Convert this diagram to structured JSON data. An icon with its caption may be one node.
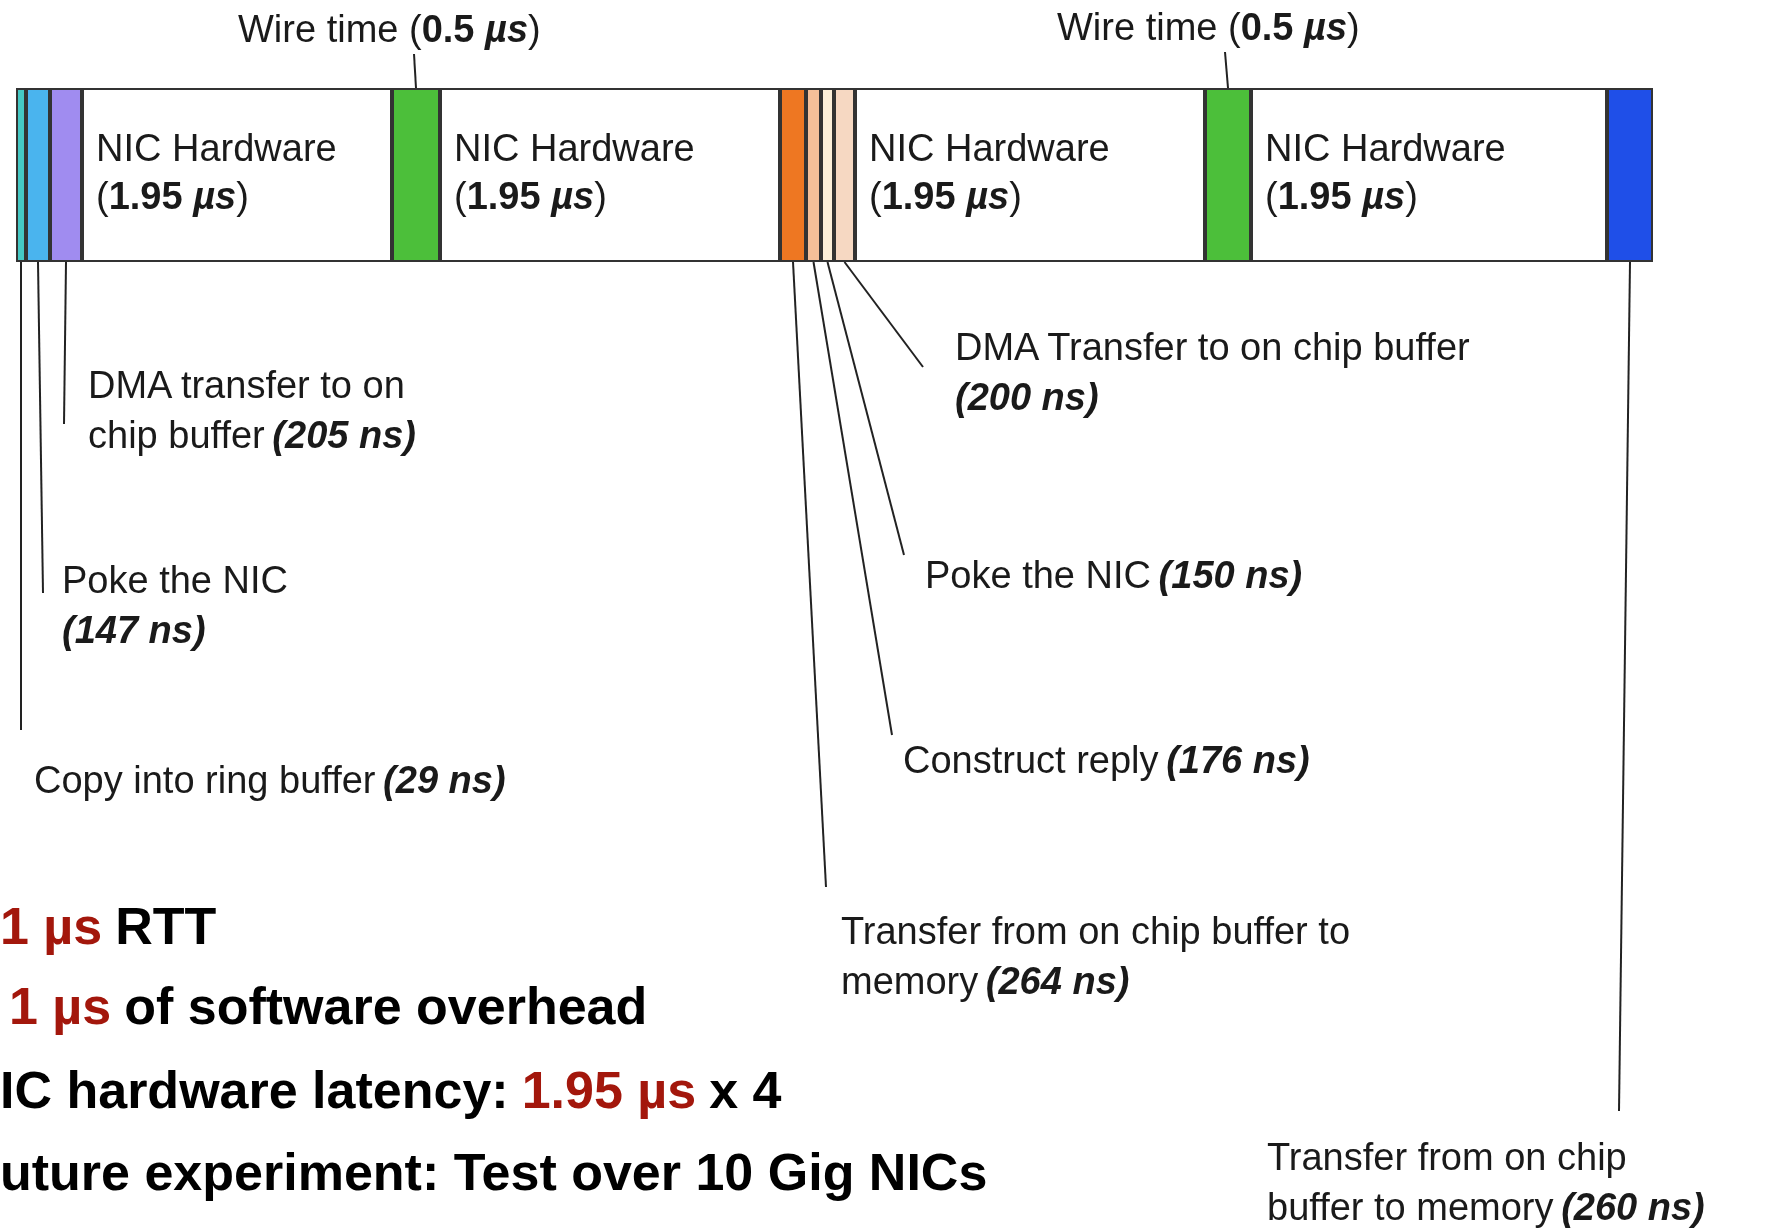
{
  "diagram": {
    "nodes": [
      {
        "text": [],
        "shape": "bar"
      },
      {
        "text": [],
        "shape": "bar"
      },
      {
        "text": [],
        "shape": "bar"
      },
      {
        "text": [
          "NIC Hardware (**1.95** *µs*)"
        ]
      },
      {
        "text": [],
        "shape": "bar"
      },
      {
        "text": [
          "NIC Hardware (**1.95** *µs*)"
        ]
      },
      {
        "text": [],
        "shape": "bar"
      },
      {
        "text": [],
        "shape": "bar"
      },
      {
        "text": [],
        "shape": "bar"
      },
      {
        "text": [],
        "shape": "bar"
      },
      {
        "text": [
          "NIC Hardware (**1.95** *µs*)"
        ]
      },
      {
        "text": [],
        "shape": "bar"
      },
      {
        "text": [
          "NIC Hardware (**1.95** *µs*)"
        ]
      },
      {
        "text": [],
        "shape": "bar"
      },
      {
        "text": [
          "Wire time (**0.5** *µs*)"
        ]
      },
      {
        "text": [
          "Wire time (**0.5** *µs*)"
        ]
      },
      {
        "text": [
          "DMA transfer to on chip buffer",
          "(205 ns)"
        ]
      },
      {
        "text": [
          "Poke the NIC",
          "(147 ns)"
        ]
      },
      {
        "text": [
          "Copy into ring buffer",
          "(29 ns)"
        ]
      },
      {
        "text": [
          "DMA Transfer to on chip buffer",
          "(200 ns)"
        ]
      },
      {
        "text": [
          "Poke the NIC",
          "(150 ns)"
        ]
      },
      {
        "text": [
          "Construct reply",
          "(176 ns)"
        ]
      },
      {
        "text": [
          "Transfer from on chip buffer to memory",
          "(264 ns)"
        ]
      },
      {
        "text": [
          "Transfer from on chip buffer to memory",
          "(260 ns)"
        ]
      }
    ],
    "edges": [
      {
        "from": 14,
        "to": 4,
        "arrow": "none"
      },
      {
        "from": 15,
        "to": 11,
        "arrow": "none"
      },
      {
        "from": 16,
        "to": 2,
        "arrow": "none"
      },
      {
        "from": 17,
        "to": 1,
        "arrow": "none"
      },
      {
        "from": 18,
        "to": 0,
        "arrow": "none"
      },
      {
        "from": 19,
        "to": 9,
        "arrow": "none"
      },
      {
        "from": 20,
        "to": 8,
        "arrow": "none"
      },
      {
        "from": 21,
        "to": 7,
        "arrow": "none"
      },
      {
        "from": 22,
        "to": 6,
        "arrow": "none"
      },
      {
        "from": 23,
        "to": 13,
        "arrow": "none"
      }
    ],
    "labels": [
      "1 µs",
      "RTT",
      "1 µs",
      "of software overhead",
      "IC hardware latency:",
      "1.95 µs",
      "x 4",
      "uture experiment: Test over 10 Gig NICs"
    ]
  }
}
